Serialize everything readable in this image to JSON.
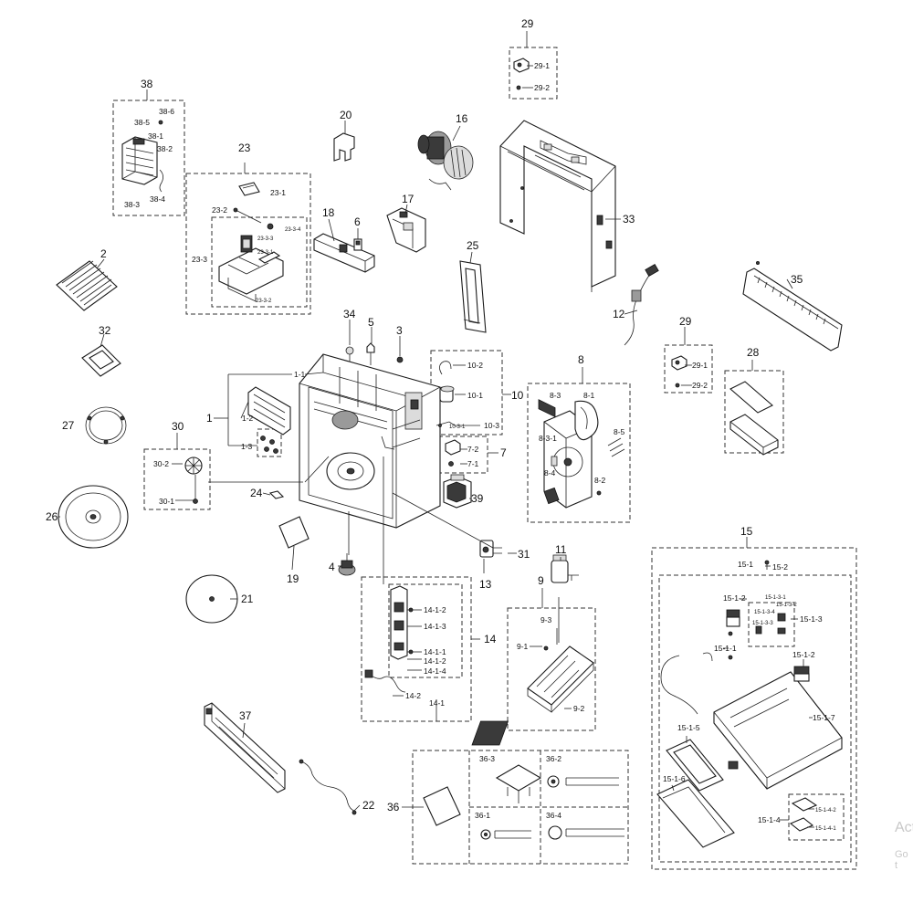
{
  "labels": {
    "l38": "38",
    "l38_6": "38-6",
    "l38_5": "38-5",
    "l38_1": "38-1",
    "l38_2": "38-2",
    "l38_3": "38-3",
    "l38_4": "38-4",
    "l20": "20",
    "l16": "16",
    "l29a": "29",
    "l29_1a": "29-1",
    "l29_2a": "29-2",
    "l23": "23",
    "l23_1": "23-1",
    "l23_2": "23-2",
    "l23_3": "23-3",
    "l23_3_4": "23-3-4",
    "l23_3_3": "23-3-3",
    "l23_3_1": "23-3-1",
    "l23_3_2": "23-3-2",
    "l17": "17",
    "l18": "18",
    "l6": "6",
    "l33": "33",
    "l2": "2",
    "l25": "25",
    "l35": "35",
    "l12": "12",
    "l32": "32",
    "l34": "34",
    "l5": "5",
    "l3": "3",
    "l29b": "29",
    "l29_1b": "29-1",
    "l29_2b": "29-2",
    "l28": "28",
    "l1_1": "1-1",
    "l10_2": "10-2",
    "l10": "10",
    "l10_1": "10-1",
    "l10_3_1": "10-3-1",
    "l10_3": "10-3",
    "l8": "8",
    "l8_3": "8-3",
    "l8_1": "8-1",
    "l8_3_1": "8-3-1",
    "l8_5": "8-5",
    "l8_4": "8-4",
    "l8_2": "8-2",
    "l1": "1",
    "l1_2": "1-2",
    "l1_3": "1-3",
    "l27": "27",
    "l30": "30",
    "l30_2": "30-2",
    "l30_1": "30-1",
    "l7_2": "7-2",
    "l7": "7",
    "l7_1": "7-1",
    "l24": "24",
    "l39": "39",
    "l26": "26",
    "l15": "15",
    "l15_1": "15-1",
    "l15_2": "15-2",
    "l15_1_2a": "15-1-2",
    "l15_1_3_1": "15-1-3-1",
    "l15_1_3_2": "15-1-3-2",
    "l15_1_3_3": "15-1-3-3",
    "l15_1_3_4": "15-1-3-4",
    "l15_1_3": "15-1-3",
    "l15_1_1": "15-1-1",
    "l15_1_2b": "15-1-2",
    "l15_1_7": "15-1-7",
    "l15_1_5": "15-1-5",
    "l15_1_6": "15-1-6",
    "l15_1_4": "15-1-4",
    "l15_1_4_2": "15-1-4-2",
    "l15_1_4_1": "15-1-4-1",
    "l31": "31",
    "l11": "11",
    "l19": "19",
    "l4": "4",
    "l13": "13",
    "l9": "9",
    "l14_1_2a": "14-1-2",
    "l14_1_3": "14-1-3",
    "l14": "14",
    "l14_1_1": "14-1-1",
    "l14_1_2b": "14-1-2",
    "l14_1_4": "14-1-4",
    "l14_2": "14-2",
    "l14_1": "14-1",
    "l21": "21",
    "l9_3": "9-3",
    "l9_1": "9-1",
    "l9_2": "9-2",
    "l37": "37",
    "l22": "22",
    "l36": "36",
    "l36_3": "36-3",
    "l36_2": "36-2",
    "l36_1": "36-1",
    "l36_4": "36-4"
  },
  "watermark": {
    "line1": "Act",
    "line2": "Go t"
  },
  "colors": {
    "line": "#222222",
    "fill_dark": "#3a3a3a",
    "fill_mid": "#9a9a9a",
    "fill_light": "#dcdcdc",
    "watermark": "#c8c8c8"
  }
}
